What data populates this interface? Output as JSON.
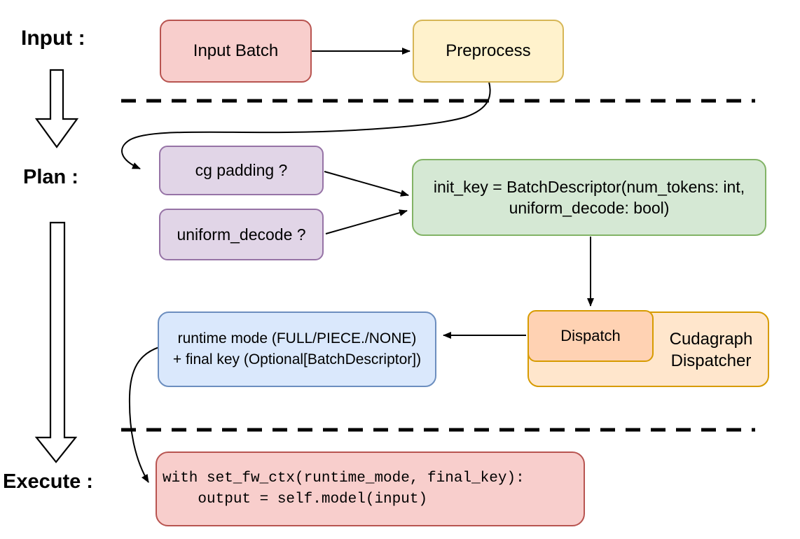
{
  "diagram": {
    "stages": {
      "input": "Input :",
      "plan": "Plan :",
      "execute": "Execute :"
    },
    "nodes": {
      "input_batch": {
        "label": "Input Batch"
      },
      "preprocess": {
        "label": "Preprocess"
      },
      "cg_padding": {
        "label": "cg padding ?"
      },
      "uniform_decode": {
        "label": "uniform_decode ?"
      },
      "init_key": {
        "lines": [
          "init_key = BatchDescriptor(num_tokens: int,",
          "uniform_decode: bool)"
        ]
      },
      "dispatch": {
        "label": "Dispatch"
      },
      "cudagraph_dispatcher": {
        "lines": [
          "Cudagraph",
          "Dispatcher"
        ]
      },
      "runtime_mode": {
        "lines": [
          "runtime mode (FULL/PIECE./NONE)",
          "+ final key (Optional[BatchDescriptor])"
        ]
      },
      "execute_code": {
        "lines": [
          "with set_fw_ctx(runtime_mode, final_key):",
          "    output = self.model(input)"
        ]
      }
    },
    "colors": {
      "red_fill": "#f8cecc",
      "red_border": "#b85450",
      "yellow_fill": "#fff2cc",
      "yellow_border": "#d6b656",
      "purple_fill": "#e1d5e7",
      "purple_border": "#9673a6",
      "green_fill": "#d5e8d4",
      "green_border": "#82b366",
      "blue_fill": "#dae8fc",
      "blue_border": "#6c8ebf",
      "orange_fill": "#ffe6cc",
      "orange_dark_fill": "#ffd2b3",
      "orange_border": "#d79b00",
      "line_color": "#000000",
      "background": "#ffffff"
    }
  }
}
